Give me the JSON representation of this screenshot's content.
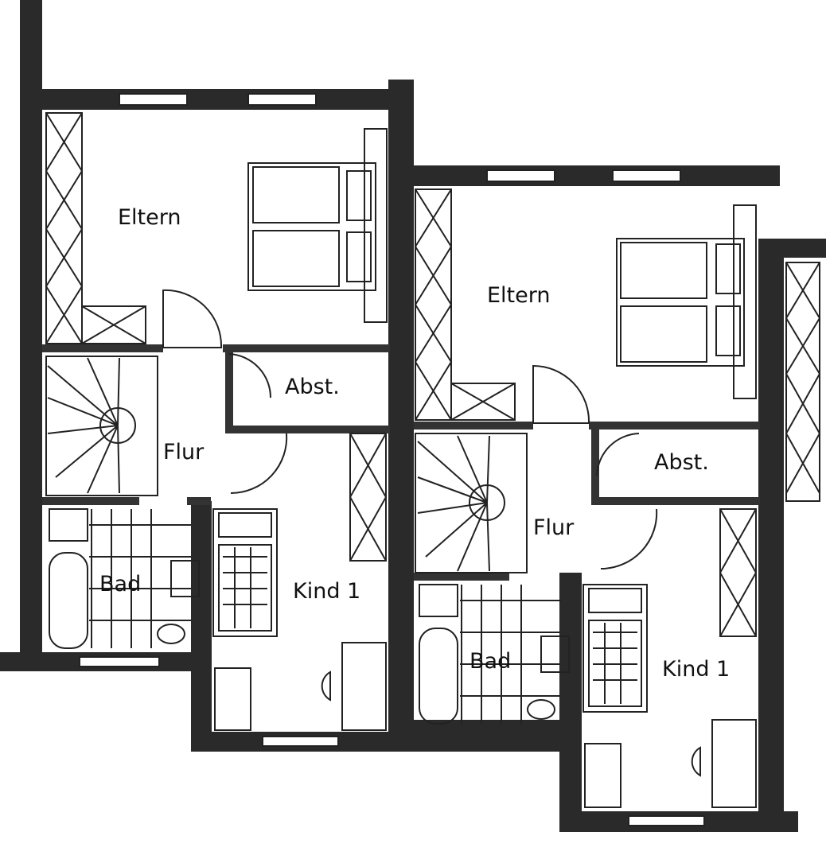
{
  "units": [
    {
      "rooms": {
        "parents": "Eltern",
        "storage": "Abst.",
        "hall": "Flur",
        "bath": "Bad",
        "child": "Kind 1"
      }
    },
    {
      "rooms": {
        "parents": "Eltern",
        "storage": "Abst.",
        "hall": "Flur",
        "bath": "Bad",
        "child": "Kind 1"
      }
    }
  ]
}
